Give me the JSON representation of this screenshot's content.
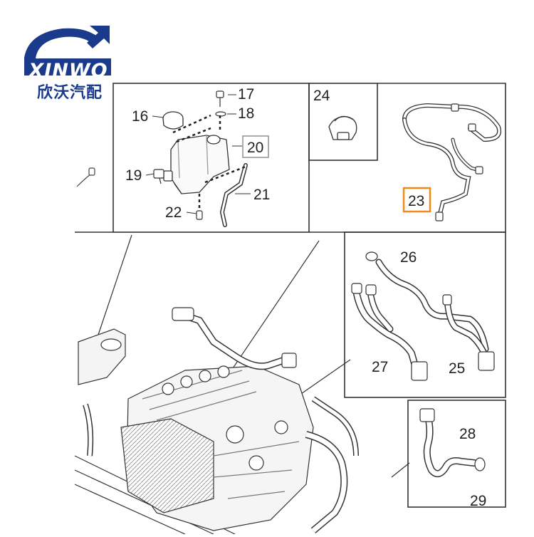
{
  "logo": {
    "brand": "XINWO",
    "brand_cn": "欣沃汽配"
  },
  "callouts": [
    {
      "id": "c16",
      "text": "16"
    },
    {
      "id": "c17",
      "text": "17"
    },
    {
      "id": "c18",
      "text": "18"
    },
    {
      "id": "c19",
      "text": "19"
    },
    {
      "id": "c20",
      "text": "20"
    },
    {
      "id": "c21",
      "text": "21"
    },
    {
      "id": "c22",
      "text": "22"
    },
    {
      "id": "c23",
      "text": "23"
    },
    {
      "id": "c24",
      "text": "24"
    },
    {
      "id": "c25",
      "text": "25"
    },
    {
      "id": "c26",
      "text": "26"
    },
    {
      "id": "c27",
      "text": "27"
    },
    {
      "id": "c28",
      "text": "28"
    },
    {
      "id": "c29",
      "text": "29"
    }
  ],
  "highlighted": "23",
  "colors": {
    "logo_blue": "#1a3a8c",
    "highlight": "#f08a1c",
    "line": "#333333",
    "box_20": "#888888"
  }
}
